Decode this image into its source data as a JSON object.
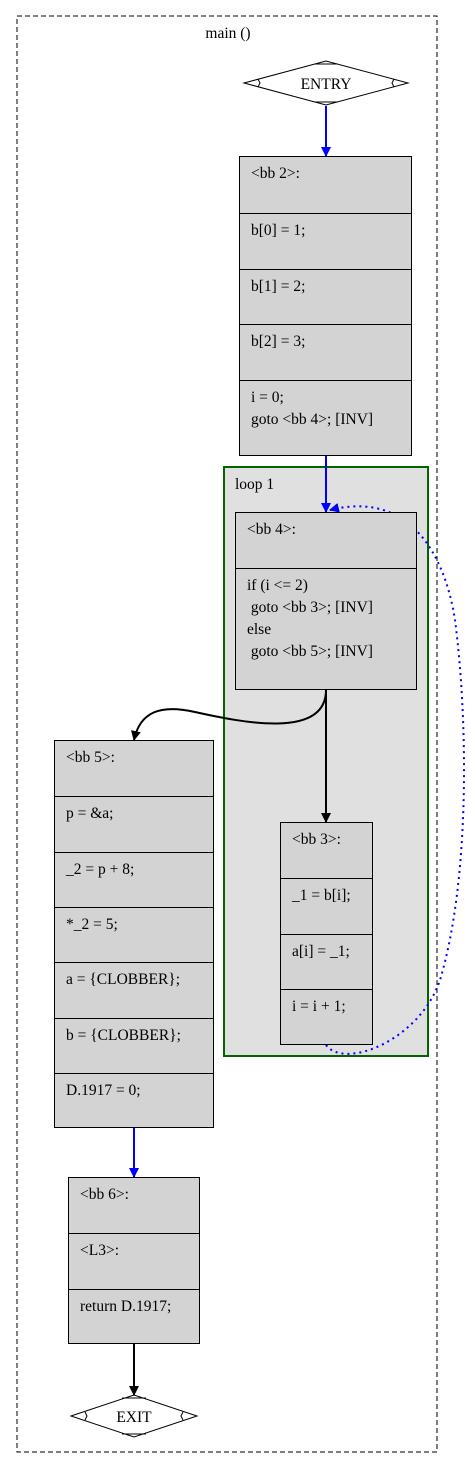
{
  "cluster": {
    "title": "main ()"
  },
  "loop": {
    "title": "loop 1"
  },
  "entry": {
    "label": "ENTRY"
  },
  "exit": {
    "label": "EXIT"
  },
  "bb2": {
    "rows": [
      "<bb 2>:",
      "b[0] = 1;",
      "b[1] = 2;",
      "b[2] = 3;",
      "i = 0;\ngoto <bb 4>; [INV]"
    ]
  },
  "bb4": {
    "rows": [
      "<bb 4>:",
      "if (i <= 2)\n goto <bb 3>; [INV]\nelse\n goto <bb 5>; [INV]"
    ]
  },
  "bb3": {
    "rows": [
      "<bb 3>:",
      "_1 = b[i];",
      "a[i] = _1;",
      "i = i + 1;"
    ]
  },
  "bb5": {
    "rows": [
      "<bb 5>:",
      "p = &a;",
      "_2 = p + 8;",
      "*_2 = 5;",
      "a = {CLOBBER};",
      "b = {CLOBBER};",
      "D.1917 = 0;"
    ]
  },
  "bb6": {
    "rows": [
      "<bb 6>:",
      "<L3>:",
      "return D.1917;"
    ]
  },
  "colors": {
    "fallthrough_edge": "#0000ff",
    "true_false_edge": "#000000",
    "loop_border": "#006400",
    "loop_fill": "#e0e0e0",
    "node_fill": "#d3d3d3"
  }
}
